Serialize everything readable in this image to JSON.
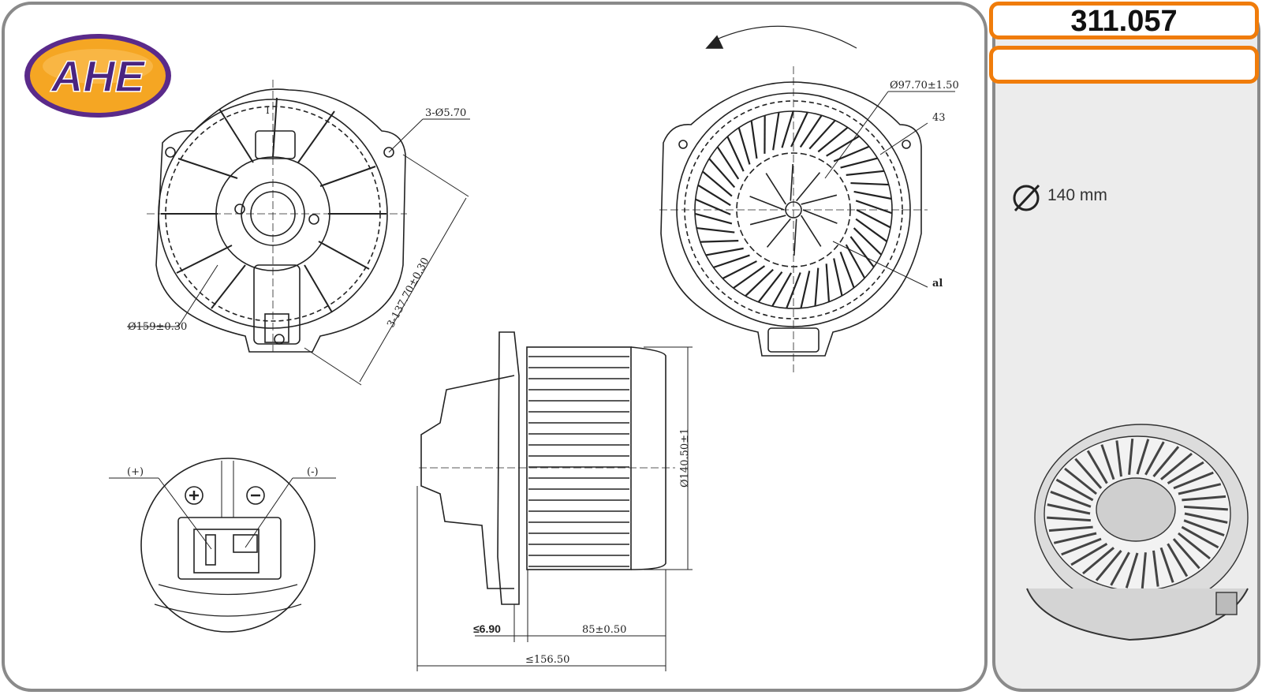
{
  "brand": {
    "logo_text": "AHE",
    "colors": {
      "orange": "#f07c0a",
      "purple": "#5a2a8a",
      "logo_fill": "#f5a623"
    }
  },
  "part": {
    "number": "311.057",
    "secondary": ""
  },
  "spec": {
    "icon": "diameter-icon",
    "value": "140 mm"
  },
  "drawing": {
    "front_view": {
      "holes_label": "3-Ø5.70",
      "pitch_label": "3-137.70±0.30",
      "outer_diameter_label": "Ø159±0.30",
      "mark": "I"
    },
    "rotation_view": {
      "wheel_diameter_label": "Ø97.70±1.50",
      "blade_count_label": "43",
      "material_label": "al"
    },
    "side_view": {
      "height_label": "Ø140.50±1",
      "depth_label": "≤6.90",
      "wheel_length_label": "85±0.50",
      "total_length_label": "≤156.50"
    },
    "connector_view": {
      "plus_label": "(+)",
      "minus_label": "(-)"
    }
  }
}
